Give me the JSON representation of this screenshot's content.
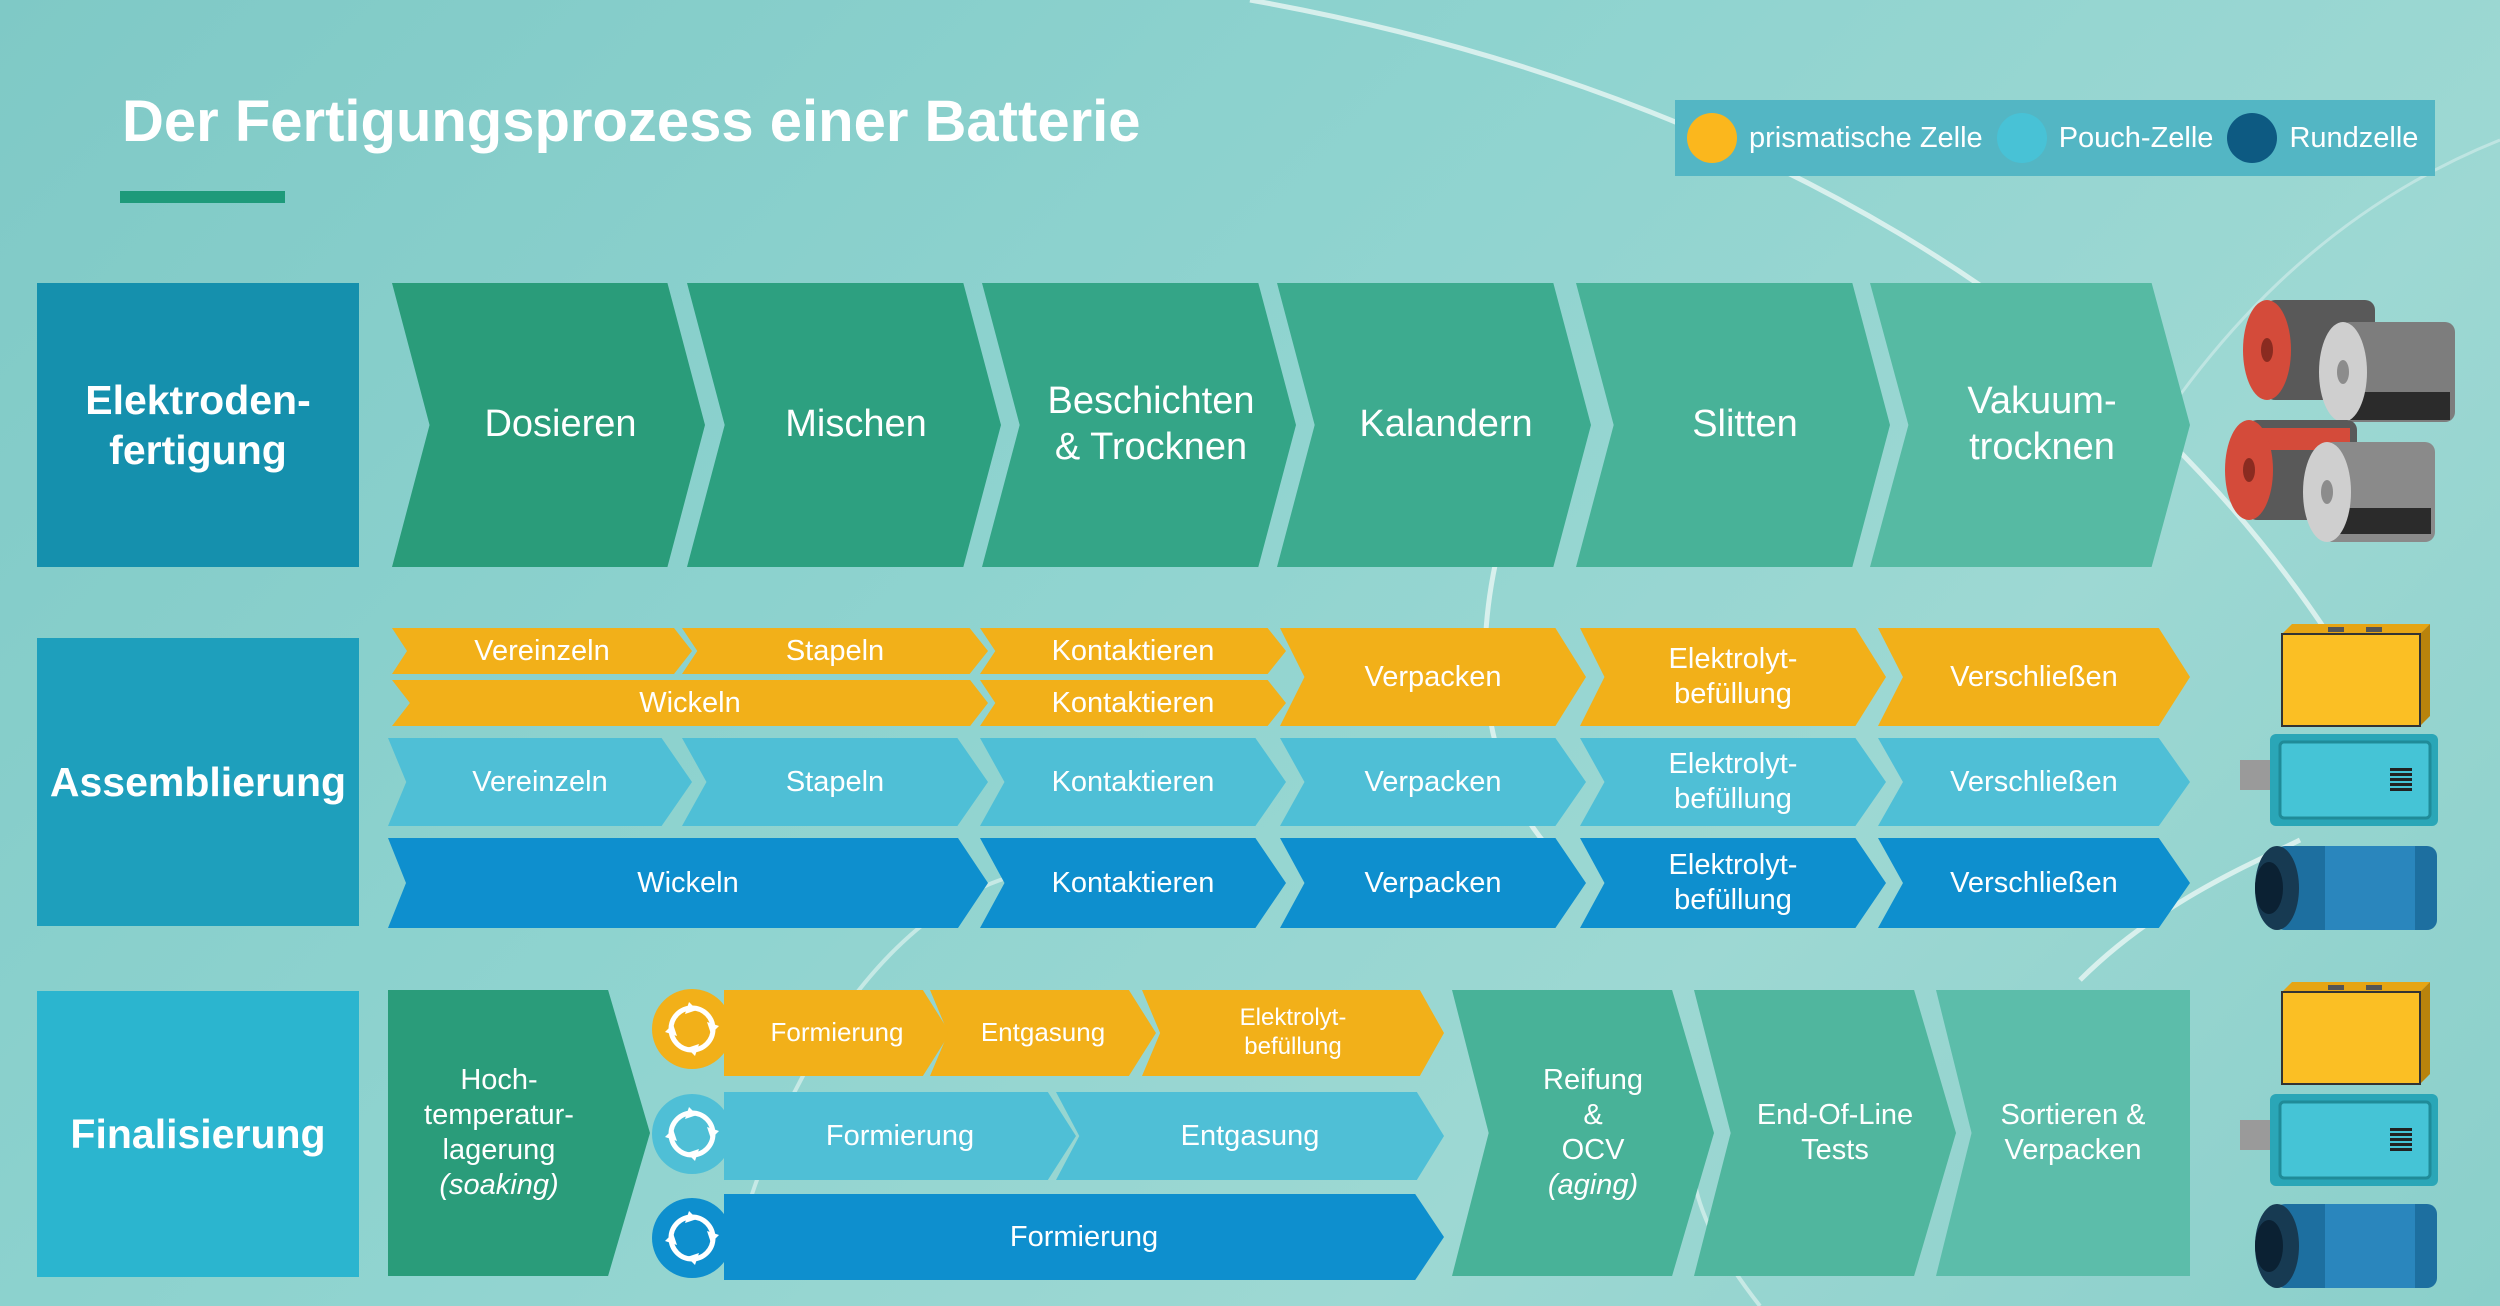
{
  "title": "Der Fertigungsprozess einer Batterie",
  "colors": {
    "prismatic": "#f2b019",
    "pouch": "#4fbfd6",
    "round": "#0e8fce",
    "green_dark": "#2a9c7a",
    "green_light": "#5cbdaa"
  },
  "legend": [
    {
      "label": "prismatische Zelle",
      "color": "#fbb71d"
    },
    {
      "label": "Pouch-Zelle",
      "color": "#48c2d6"
    },
    {
      "label": "Rundzelle",
      "color": "#0d5a82"
    }
  ],
  "stages": {
    "elektrode": {
      "label": "Elektroden-\nfertigung",
      "color": "#1590ad",
      "steps": [
        "Dosieren",
        "Mischen",
        "Beschichten\n& Trocknen",
        "Kalandern",
        "Slitten",
        "Vakuum-\ntrocknen"
      ],
      "image": "electrode-coil-rolls"
    },
    "assembly": {
      "label": "Assemblierung",
      "color": "#1e9fbc",
      "prismatic": {
        "vereinzeln": "Vereinzeln",
        "stapeln": "Stapeln",
        "kontaktieren_1": "Kontaktieren",
        "wickeln": "Wickeln",
        "kontaktieren_2": "Kontaktieren",
        "verpacken": "Verpacken",
        "elektrolyt": "Elektrolyt-\nbefüllung",
        "verschliessen": "Verschließen"
      },
      "pouch": [
        "Vereinzeln",
        "Stapeln",
        "Kontaktieren",
        "Verpacken",
        "Elektrolyt-\nbefüllung",
        "Verschließen"
      ],
      "round": [
        "Wickeln",
        "Kontaktieren",
        "Verpacken",
        "Elektrolyt-\nbefüllung",
        "Verschließen"
      ],
      "images": [
        "prismatic-cell",
        "pouch-cell",
        "round-cell"
      ]
    },
    "final": {
      "label": "Finalisierung",
      "color": "#2bb5cf",
      "soaking_main": "Hoch-\ntemperatur-\nlagerung",
      "soaking_sub": "(soaking)",
      "prismatic": [
        "Formierung",
        "Entgasung",
        "Elektrolyt-\nbefüllung"
      ],
      "pouch": [
        "Formierung",
        "Entgasung"
      ],
      "round": [
        "Formierung"
      ],
      "reifung_main": "Reifung\n&\nOCV",
      "reifung_sub": "(aging)",
      "eol": "End-Of-Line\nTests",
      "sort": "Sortieren &\nVerpacken",
      "cycle_icon": "cycle-arrows-icon",
      "images": [
        "prismatic-cell",
        "pouch-cell",
        "round-cell"
      ]
    }
  }
}
